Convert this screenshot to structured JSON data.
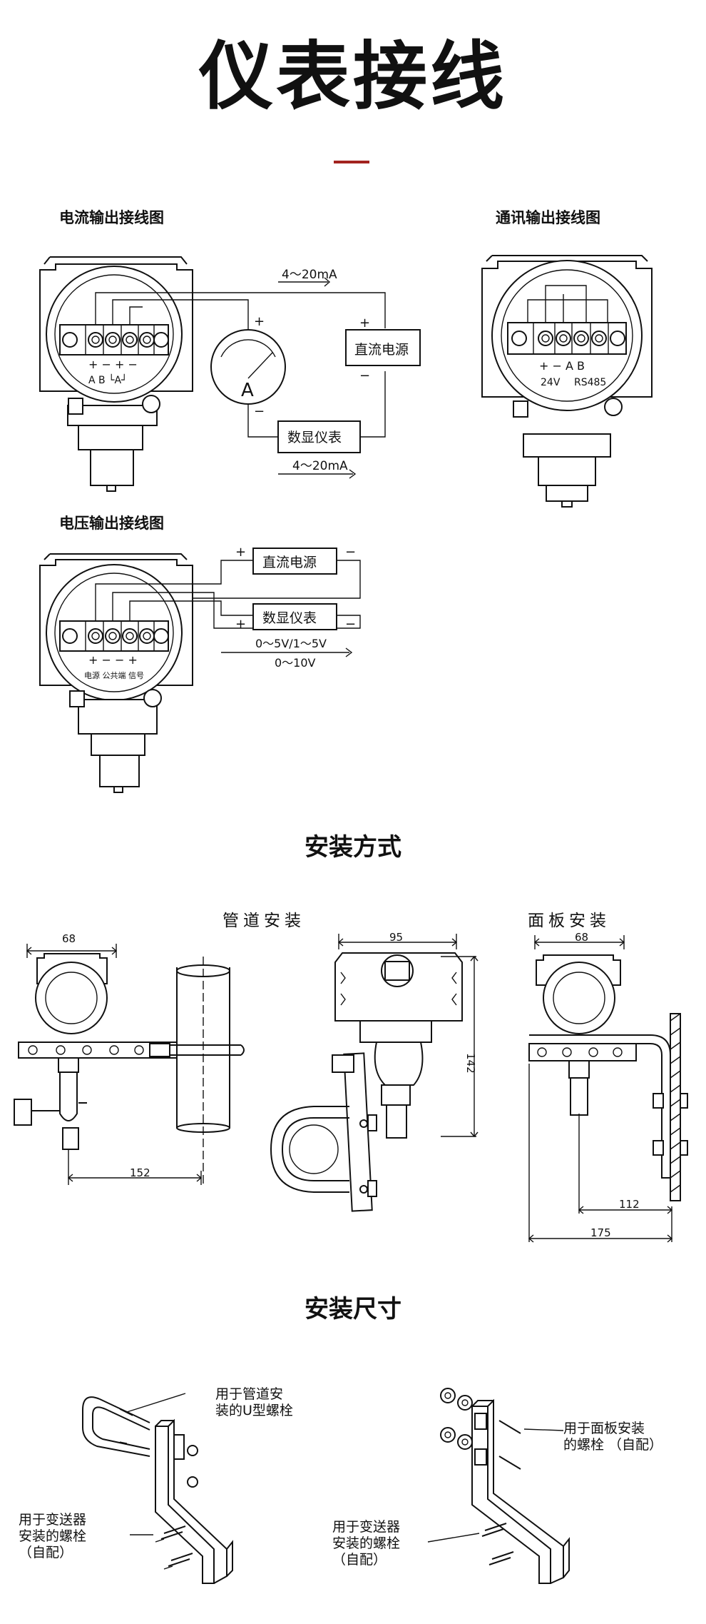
{
  "title": "仪表接线",
  "wiring": {
    "current_title": "电流输出接线图",
    "comm_title": "通讯输出接线图",
    "voltage_title": "电压输出接线图",
    "current": {
      "terminal_signs": "+ −  + −",
      "terminal_letters": "A  B  └A┘",
      "top_current": "4～20mA",
      "bottom_current": "4～20mA",
      "meter_letter": "A",
      "dc_power": "直流电源",
      "digital_meter": "数显仪表",
      "plus": "+",
      "minus": "−"
    },
    "comm": {
      "terminal_signs": "+  −  A  B",
      "terminal_24v": "24V",
      "terminal_rs485": "RS485"
    },
    "voltage": {
      "terminal_signs": "+  −  −  +",
      "terminal_names": "电源 公共端 信号",
      "dc_power": "直流电源",
      "digital_meter": "数显仪表",
      "range1": "0～5V/1～5V",
      "range2": "0～10V",
      "plus": "+",
      "minus": "−"
    }
  },
  "installation": {
    "heading": "安装方式",
    "pipe_label": "管道安装",
    "panel_label": "面板安装",
    "dims": {
      "pipe_width": "68",
      "pipe_offset": "152",
      "side_width": "95",
      "side_height": "142",
      "panel_width": "68",
      "panel_inner": "112",
      "panel_outer": "175"
    }
  },
  "dimensions": {
    "heading": "安装尺寸",
    "left_top_label": "用于管道安\n装的U型螺栓",
    "left_bottom_label": "用于变送器\n安装的螺栓\n（自配）",
    "right_top_label": "用于面板安装\n的螺栓 （自配）",
    "right_bottom_label": "用于变送器\n安装的螺栓\n（自配）"
  }
}
